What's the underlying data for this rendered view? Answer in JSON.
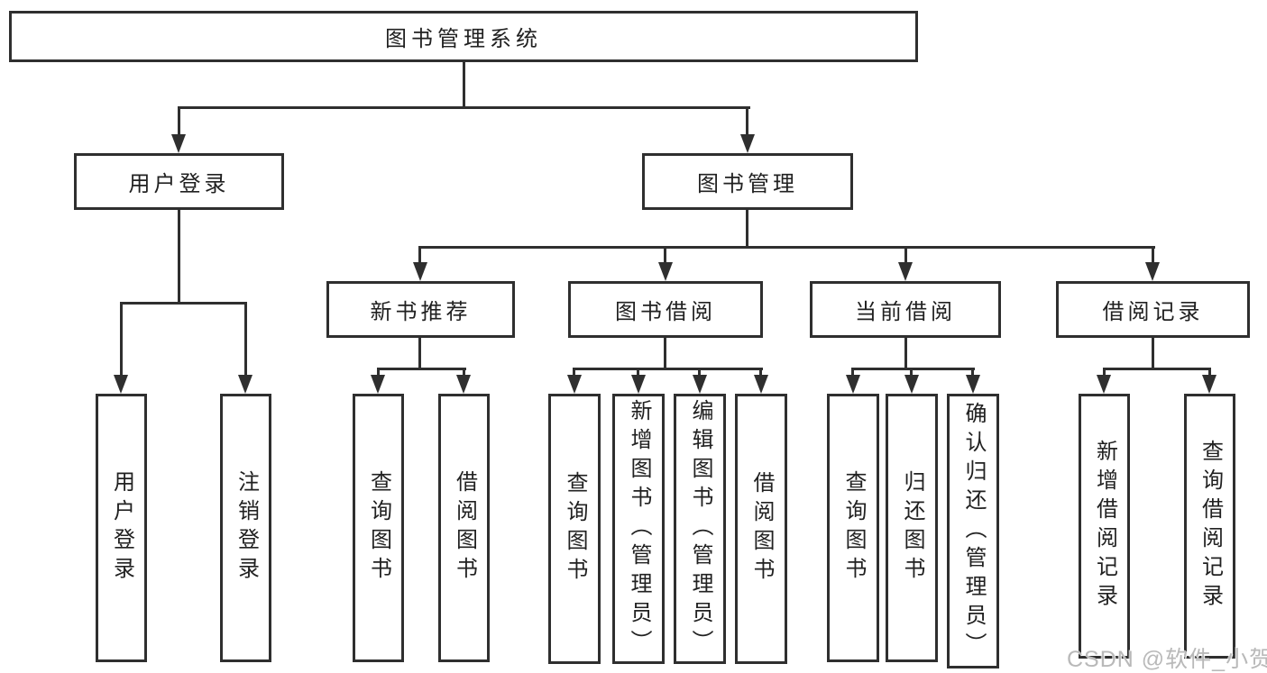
{
  "title": "图书管理系统",
  "branches": {
    "user_login": {
      "label": "用户登录",
      "children": [
        "用户登录",
        "注销登录"
      ]
    },
    "book_mgmt": {
      "label": "图书管理",
      "groups": [
        {
          "label": "新书推荐",
          "children": [
            "查询图书",
            "借阅图书"
          ]
        },
        {
          "label": "图书借阅",
          "children": [
            "查询图书",
            "新增图书（管理员）",
            "编辑图书（管理员）",
            "借阅图书"
          ]
        },
        {
          "label": "当前借阅",
          "children": [
            "查询图书",
            "归还图书",
            "确认归还（管理员）"
          ]
        },
        {
          "label": "借阅记录",
          "children": [
            "新增借阅记录",
            "查询借阅记录"
          ]
        }
      ]
    }
  },
  "watermark": "CSDN @软件_小贺同学",
  "colors": {
    "line": "#2f2f2f",
    "text": "#212121",
    "watermark": "#b9b9b9",
    "background": "#ffffff"
  }
}
